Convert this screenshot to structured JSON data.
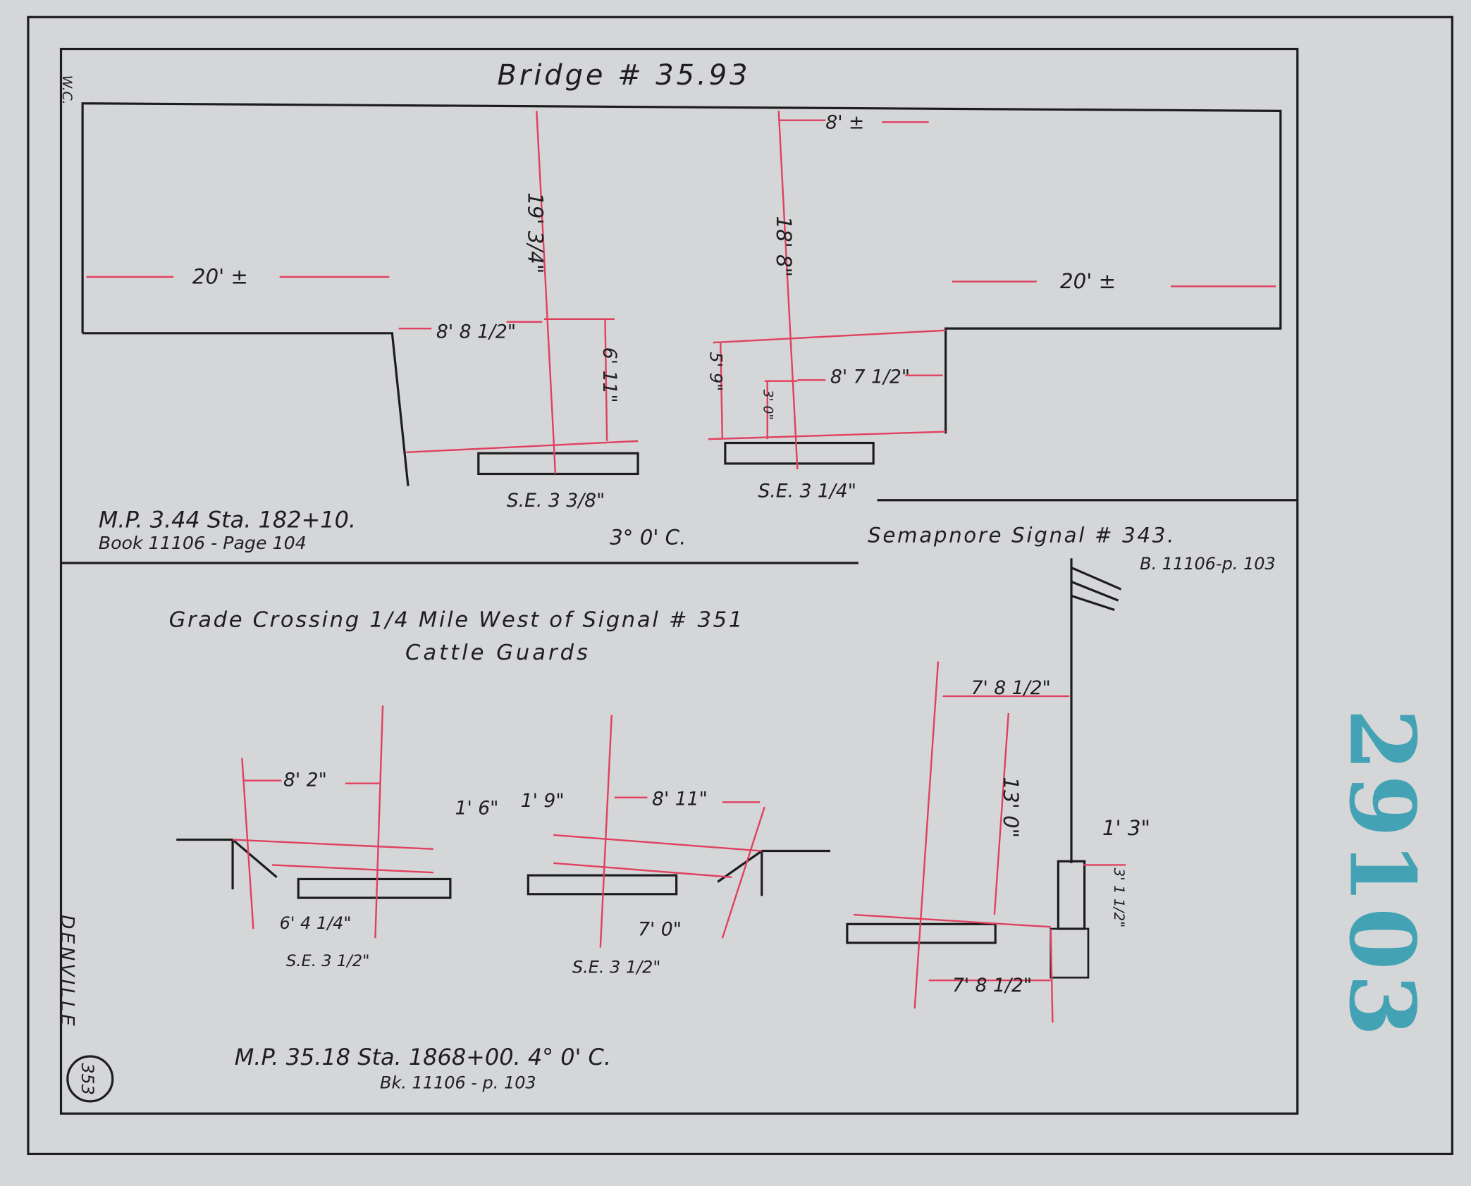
{
  "corner_initials": "W.C.",
  "bridge": {
    "title": "Bridge # 35.93",
    "dim_top_right": "8' ±",
    "dim_left_clear_height": "19' 3/4\"",
    "dim_right_clear_height": "18' 8\"",
    "dim_left_span": "20' ±",
    "dim_right_span": "20' ±",
    "dim_left_offset": "8' 8 1/2\"",
    "dim_left_height": "6' 11\"",
    "dim_right_height": "5' 9\"",
    "dim_right_small_height": "3' 0\"",
    "dim_right_offset": "8' 7 1/2\"",
    "se_left": "S.E. 3 3/8\"",
    "se_right": "S.E. 3 1/4\"",
    "location": "M.P. 3.44  Sta. 182+10.",
    "reference": "Book 11106 - Page 104",
    "curve": "3° 0' C."
  },
  "semaphore": {
    "title": "Semapnore Signal # 343.",
    "reference": "B. 11106-p. 103",
    "dim_top_offset": "7' 8 1/2\"",
    "dim_height": "13' 0\"",
    "dim_base_width": "1' 3\"",
    "dim_base_height": "3' 1 1/2\"",
    "dim_bottom_offset": "7' 8 1/2\""
  },
  "cattle_guards": {
    "title": "Grade Crossing 1/4 Mile West of Signal # 351",
    "subtitle": "Cattle Guards",
    "left_offset": "8' 2\"",
    "left_height": "1' 6\"",
    "left_lower": "6' 4 1/4\"",
    "left_se": "S.E. 3 1/2\"",
    "right_offset": "8' 11\"",
    "right_height": "1' 9\"",
    "right_lower": "7' 0\"",
    "right_se": "S.E. 3 1/2\"",
    "location": "M.P. 35.18  Sta. 1868+00.  4° 0' C.",
    "reference": "Bk. 11106 - p. 103"
  },
  "town_label": "DENVILLE",
  "sheet_number": "353",
  "stamp_number": "29103"
}
